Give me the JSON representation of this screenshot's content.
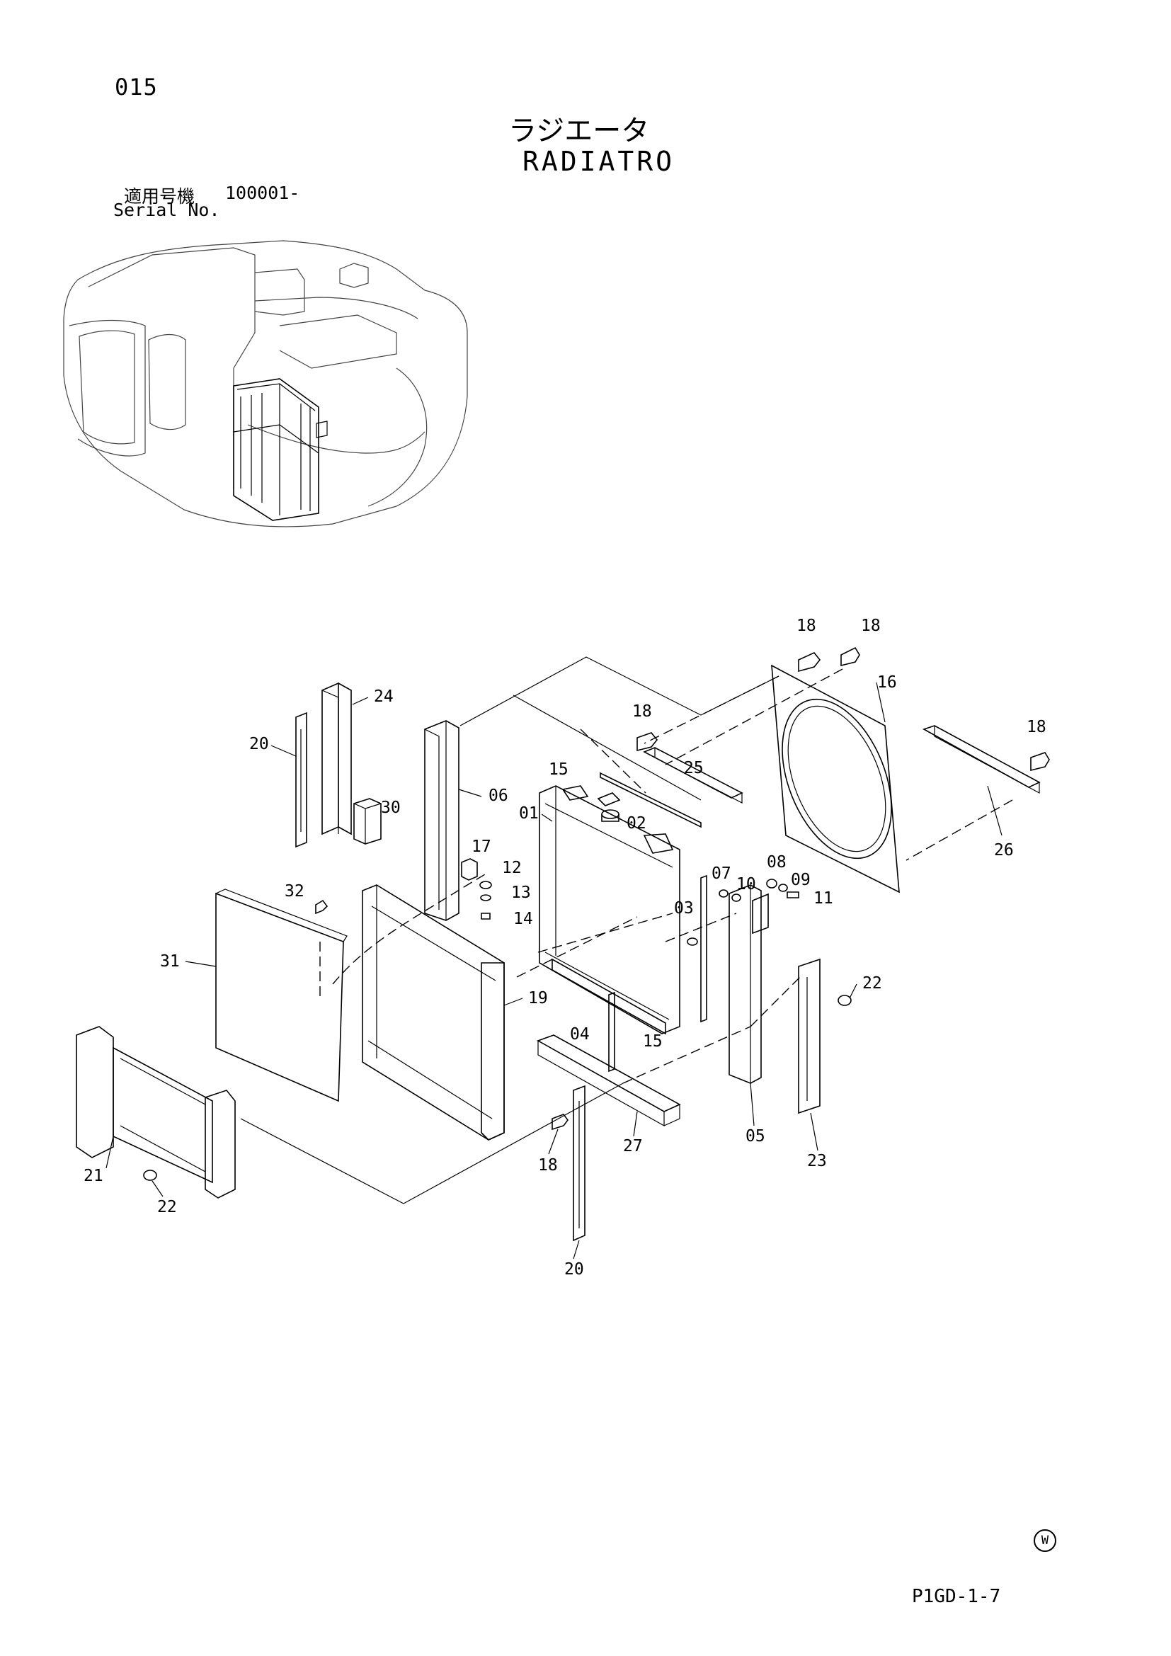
{
  "header": {
    "page_number": "015",
    "title_ja": "ラジエータ",
    "title_en": "RADIATRO",
    "serial_label_ja": "適用号機",
    "serial_range": "100001-",
    "serial_label_en": "Serial No."
  },
  "footer": {
    "mark": "W",
    "doc_code": "P1GD-1-7"
  },
  "parts": {
    "p01": "01",
    "p02": "02",
    "p03": "03",
    "p04": "04",
    "p05": "05",
    "p06": "06",
    "p07": "07",
    "p08": "08",
    "p09": "09",
    "p10": "10",
    "p11": "11",
    "p12": "12",
    "p13": "13",
    "p14": "14",
    "p15": "15",
    "p15b": "15",
    "p16": "16",
    "p17": "17",
    "p18a": "18",
    "p18b": "18",
    "p18c": "18",
    "p18d": "18",
    "p18e": "18",
    "p19": "19",
    "p20a": "20",
    "p20b": "20",
    "p21": "21",
    "p22a": "22",
    "p22b": "22",
    "p23": "23",
    "p24": "24",
    "p25": "25",
    "p26": "26",
    "p27": "27",
    "p30": "30",
    "p31": "31",
    "p32": "32"
  }
}
